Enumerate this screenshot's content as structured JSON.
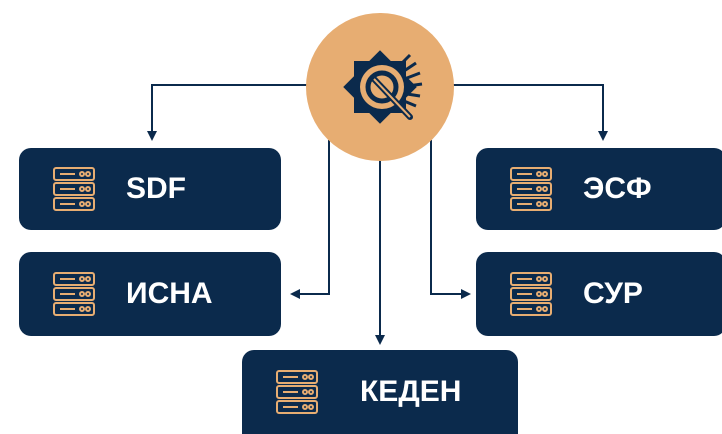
{
  "colors": {
    "node_fill": "#0b2a4c",
    "hub_fill": "#e7ad72",
    "icon_stroke": "#e7ad72",
    "connector": "#0b2a4c",
    "background": "#ffffff"
  },
  "hub": {
    "icon": "customs-emblem-icon"
  },
  "nodes": [
    {
      "id": "sdf",
      "label": "SDF",
      "icon": "server-icon"
    },
    {
      "id": "isna",
      "label": "ИСНА",
      "icon": "server-icon"
    },
    {
      "id": "esf",
      "label": "ЭСФ",
      "icon": "server-icon"
    },
    {
      "id": "sur",
      "label": "СУР",
      "icon": "server-icon"
    },
    {
      "id": "keden",
      "label": "КЕДЕН",
      "icon": "server-icon"
    }
  ]
}
